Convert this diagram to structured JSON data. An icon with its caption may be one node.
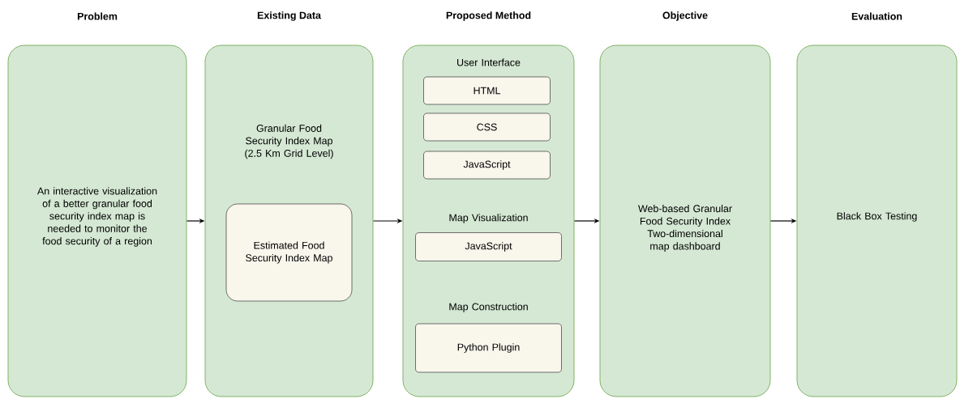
{
  "diagram": {
    "nodes": [
      {
        "text": [
          "Problem",
          "An interactive visualization of a better granular food security index map is needed to monitor the food security of a region"
        ]
      },
      {
        "text": [
          "Existing Data",
          "Granular Food Security Index Map (2.5 Km Grid Level)"
        ]
      },
      {
        "text": [
          "Estimated Food Security Index Map"
        ],
        "in": 1
      },
      {
        "text": [
          "Proposed Method",
          "User Interface",
          "Map Visualization",
          "Map Construction"
        ]
      },
      {
        "text": [
          "HTML"
        ],
        "in": 3
      },
      {
        "text": [
          "CSS"
        ],
        "in": 3
      },
      {
        "text": [
          "JavaScript"
        ],
        "in": 3
      },
      {
        "text": [
          "JavaScript"
        ],
        "in": 3
      },
      {
        "text": [
          "Python Plugin"
        ],
        "in": 3
      },
      {
        "text": [
          "Objective",
          "Web-based Granular Food Security Index Two-dimensional map dashboard"
        ]
      },
      {
        "text": [
          "Evaluation",
          "Black Box Testing"
        ]
      }
    ],
    "edges": [
      {
        "from": 0,
        "to": 1,
        "arrow": "to"
      },
      {
        "from": 1,
        "to": 3,
        "arrow": "to"
      },
      {
        "from": 3,
        "to": 9,
        "arrow": "to"
      },
      {
        "from": 9,
        "to": 10,
        "arrow": "to"
      }
    ]
  }
}
